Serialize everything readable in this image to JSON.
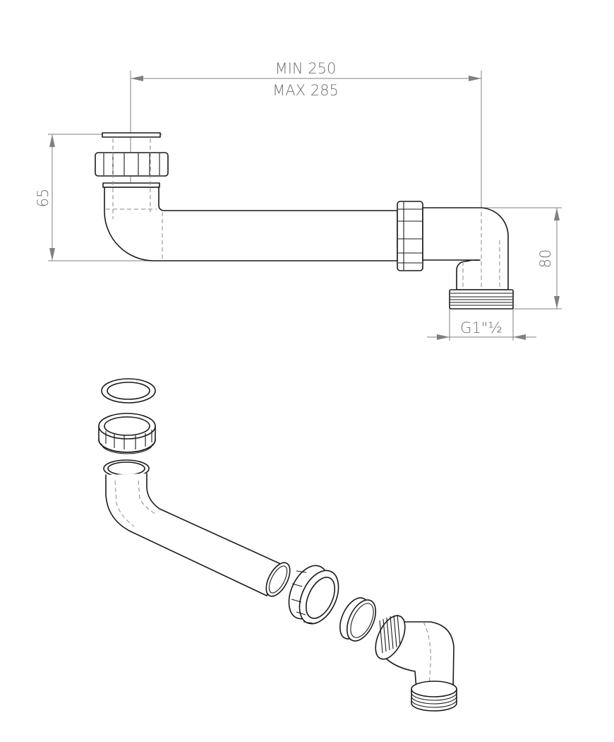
{
  "dimensions": {
    "length_min": "MIN 250",
    "length_max": "MAX 285",
    "height_left": "65",
    "height_right": "80",
    "thread": "G1\"½"
  },
  "colors": {
    "line": "#1a1a1a",
    "dimension": "#808080",
    "text": "#707070"
  }
}
